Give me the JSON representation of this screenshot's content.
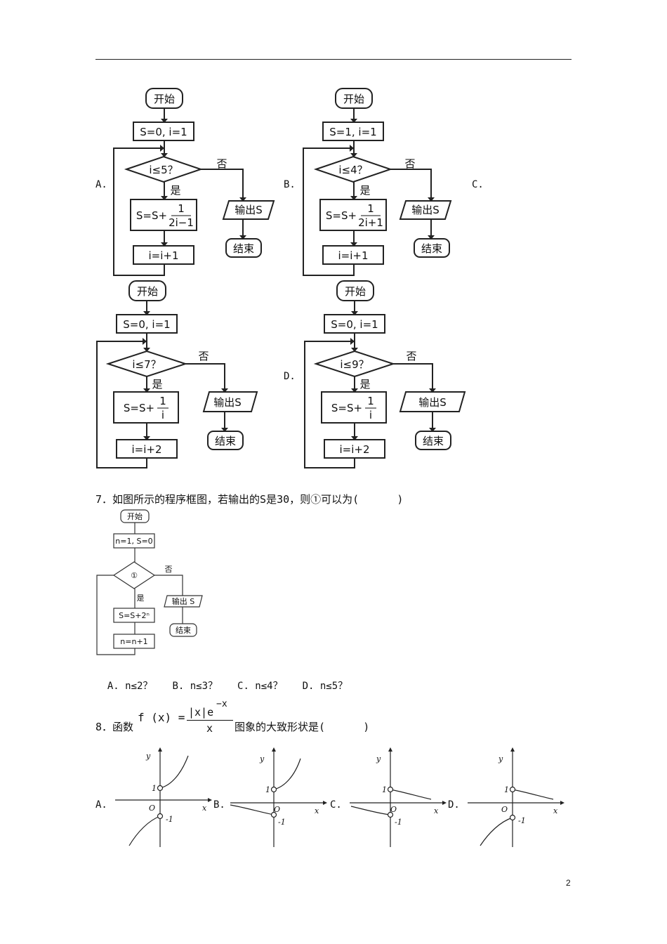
{
  "q6": {
    "option_labels": [
      "A.",
      "B.",
      "C.",
      "D."
    ],
    "flowcharts": [
      {
        "start": "开始",
        "init": "S=0, i=1",
        "cond": "i≤5？",
        "no": "否",
        "yes": "是",
        "update_prefix": "S=S+",
        "frac_num": "1",
        "frac_den": "2i−1",
        "increment": "i=i+1",
        "output": "输出S",
        "end": "结束"
      },
      {
        "start": "开始",
        "init": "S=1, i=1",
        "cond": "i≤4？",
        "no": "否",
        "yes": "是",
        "update_prefix": "S=S+",
        "frac_num": "1",
        "frac_den": "2i+1",
        "increment": "i=i+1",
        "output": "输出S",
        "end": "结束"
      },
      {
        "start": "开始",
        "init": "S=0, i=1",
        "cond": "i≤7？",
        "no": "否",
        "yes": "是",
        "update_prefix": "S=S+",
        "frac_num": "1",
        "frac_den": "i",
        "increment": "i=i+2",
        "output": "输出S",
        "end": "结束"
      },
      {
        "start": "开始",
        "init": "S=0, i=1",
        "cond": "i≤9？",
        "no": "否",
        "yes": "是",
        "update_prefix": "S=S+",
        "frac_num": "1",
        "frac_den": "i",
        "increment": "i=i+2",
        "output": "输出S",
        "end": "结束"
      }
    ]
  },
  "q7": {
    "question": "7．如图所示的程序框图，若输出的S是30，则①可以为(      )",
    "flow": {
      "start": "开始",
      "init": "n=1, S=0",
      "cond": "①",
      "no": "否",
      "yes": "是",
      "update": "S=S+2ⁿ",
      "increment": "n=n+1",
      "output": "输出 S",
      "end": "结束"
    },
    "choices": [
      "A. n≤2？",
      "B. n≤3？",
      "C. n≤4？",
      "D. n≤5？"
    ]
  },
  "q8": {
    "prefix": "8．函数",
    "func": "f (x) =",
    "numerator": "|x|e",
    "exponent": "−x",
    "denominator": "x",
    "suffix": "图象的大致形状是(      )",
    "option_labels": [
      "A.",
      "B.",
      "C.",
      "D."
    ],
    "graph_labels": {
      "y": "y",
      "x": "x",
      "origin": "O",
      "one": "1",
      "neg_one": "-1"
    }
  },
  "page_number": "2"
}
